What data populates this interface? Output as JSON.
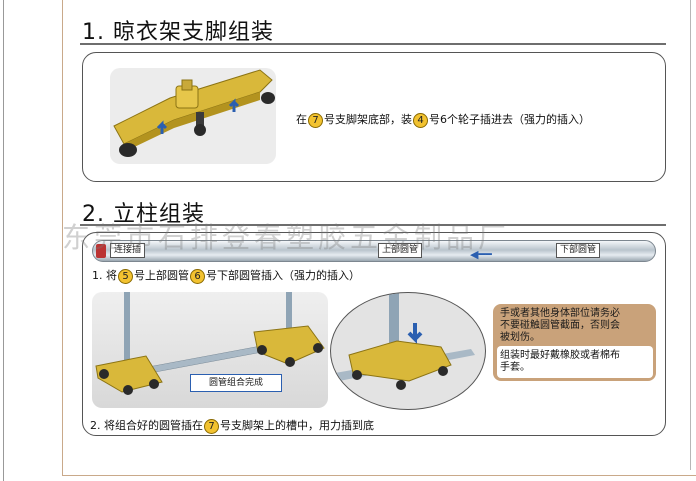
{
  "section1": {
    "title": "1. 晾衣架支脚组装",
    "instruction": {
      "before_7": "在",
      "num_7": "7",
      "after_7": "号支脚架底部，装",
      "num_4": "4",
      "after_4": "号6个轮子插进去（强力的插入）"
    }
  },
  "section2": {
    "title": "2. 立柱组装",
    "tube_labels": {
      "connector": "连接插",
      "upper": "上部圆管",
      "lower": "下部圆管"
    },
    "step1": {
      "before_5": "1. 将",
      "num_5": "5",
      "after_5": "号上部圆管",
      "num_6": "6",
      "after_6": "号下部圆管插入（强力的插入）"
    },
    "photo_caption": "圆管组合完成",
    "warning": {
      "caution": [
        "手或者其他身体部位请务必",
        "不要碰触圆管截面，否则会",
        "被划伤。"
      ],
      "tip": [
        "组装时最好戴橡胶或者棉布",
        "手套。"
      ]
    },
    "step2": {
      "before_7": "2. 将组合好的圆管插在",
      "num_7": "7",
      "after_7": "号支脚架上的槽中，用力插到底"
    }
  },
  "watermark": "东莞市石排登春塑胶五金制品厂",
  "colors": {
    "number_badge": "#f2c230",
    "plastic_yellow": "#d9b83a",
    "warning_bg": "#c9a27a",
    "arrow_blue": "#2b5fb0"
  }
}
